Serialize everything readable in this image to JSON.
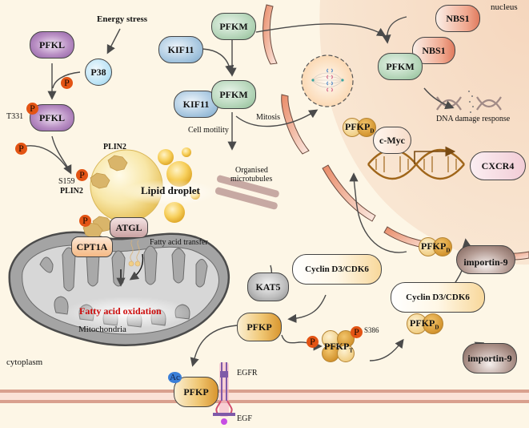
{
  "diagram": {
    "title": "",
    "compartments": {
      "nucleus": "nucleus",
      "cytoplasm": "cytoplasm",
      "mitochondria": "Mitochondria",
      "lipid_droplet": "Lipid droplet"
    },
    "left_pathway": {
      "energy_stress": "Energy stress",
      "pfkl_top": "PFKL",
      "p38": "P38",
      "pfkl_phospho": "PFKL",
      "site_t331": "T331",
      "site_s159": "S159",
      "plin2_top": "PLIN2",
      "plin2_side": "PLIN2",
      "atgl": "ATGL",
      "cpt1a": "CPT1A",
      "fatty_acid_transfer": "Fatty acid transfer",
      "fatty_acid_oxidation": "Fatty acid oxidation"
    },
    "middle_pathway": {
      "pfkm_top": "PFKM",
      "kif11_top": "KIF11",
      "pfkm_complex": "PFKM",
      "kif11_complex": "KIF11",
      "cell_motility": "Cell motility",
      "mitosis": "Mitosis",
      "organised_microtubules_line1": "Organised",
      "organised_microtubules_line2": "microtubules"
    },
    "nuclear_pathway": {
      "nbs1_top": "NBS1",
      "nbs1_complex": "NBS1",
      "pfkm_nuclear": "PFKM",
      "dna_damage_response": "DNA damage response",
      "pfkp_d_cmyc_label": "PFKP",
      "pfkp_d_cmyc_sub": "D",
      "cmyc": "c-Myc",
      "cxcr4": "CXCR4",
      "pfkp_d_imp_label": "PFKP",
      "pfkp_d_imp_sub": "D",
      "importin9_nuclear": "importin-9"
    },
    "lower_pathway": {
      "kat5": "KAT5",
      "cyclin_left": "Cyclin D3/CDK6",
      "pfkp": "PFKP",
      "pfkp_t_label": "PFKP",
      "pfkp_t_sub": "T",
      "site_s386": "S386",
      "cyclin_right": "Cyclin D3/CDK6",
      "pfkp_d_label": "PFKP",
      "pfkp_d_sub": "D",
      "importin9": "importin-9",
      "pfkp_membrane": "PFKP",
      "egfr": "EGFR",
      "egf": "EGF"
    },
    "badges": {
      "phospho": "P",
      "acetyl": "Ac"
    },
    "colors": {
      "background": "#fdf6e6",
      "nucleus_fill": "#f7dfc8",
      "phospho_badge": "#e35414",
      "acetyl_badge": "#3a7fd8",
      "fao_text": "#cc0a0a",
      "membrane": "#d9a08e"
    }
  }
}
